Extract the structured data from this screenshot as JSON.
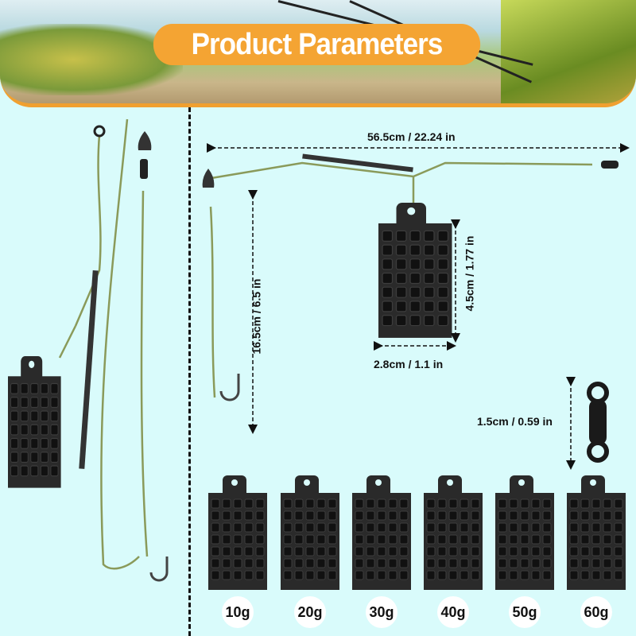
{
  "header": {
    "title": "Product Parameters"
  },
  "dimensions": {
    "rig_length": "56.5cm / 22.24 in",
    "hook_length": "16.5cm / 6.5 in",
    "feeder_height": "4.5cm / 1.77 in",
    "feeder_width": "2.8cm / 1.1 in",
    "swivel_length": "1.5cm / 0.59 in"
  },
  "weights": [
    "10g",
    "20g",
    "30g",
    "40g",
    "50g",
    "60g"
  ],
  "colors": {
    "accent": "#f4a433",
    "background": "#d9fbfb",
    "feeder": "#2a2a2a",
    "line": "#8a9a5a"
  }
}
